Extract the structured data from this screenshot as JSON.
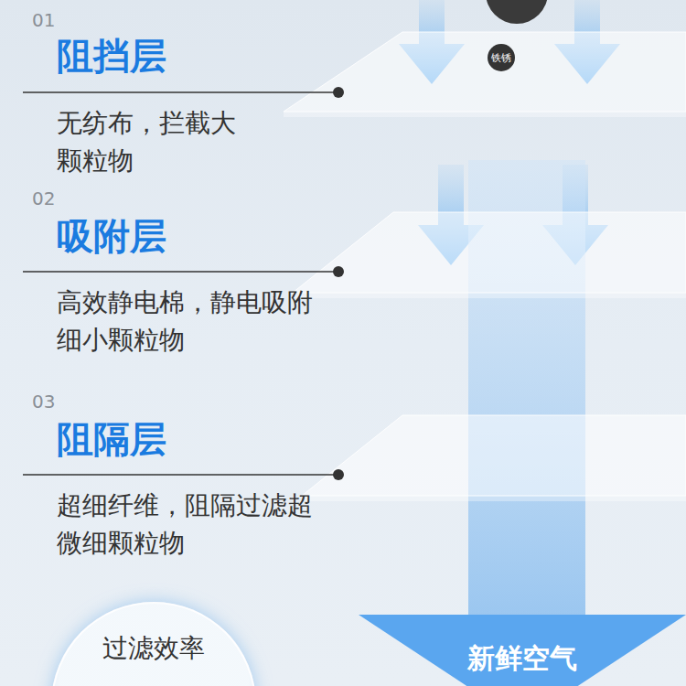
{
  "diagram": {
    "nodes": [
      {
        "text": [
          "铁锈"
        ]
      },
      {
        "text": [
          "新鲜空气"
        ]
      },
      {
        "text": [
          "过滤效率"
        ]
      }
    ],
    "labels": [
      "01",
      "阻挡层",
      "无纺布，拦截大颗粒物",
      "02",
      "吸附层",
      "高效静电棉，静电吸附细小颗粒物",
      "03",
      "阻隔层",
      "超细纤维，阻隔过滤超微细颗粒物"
    ]
  }
}
